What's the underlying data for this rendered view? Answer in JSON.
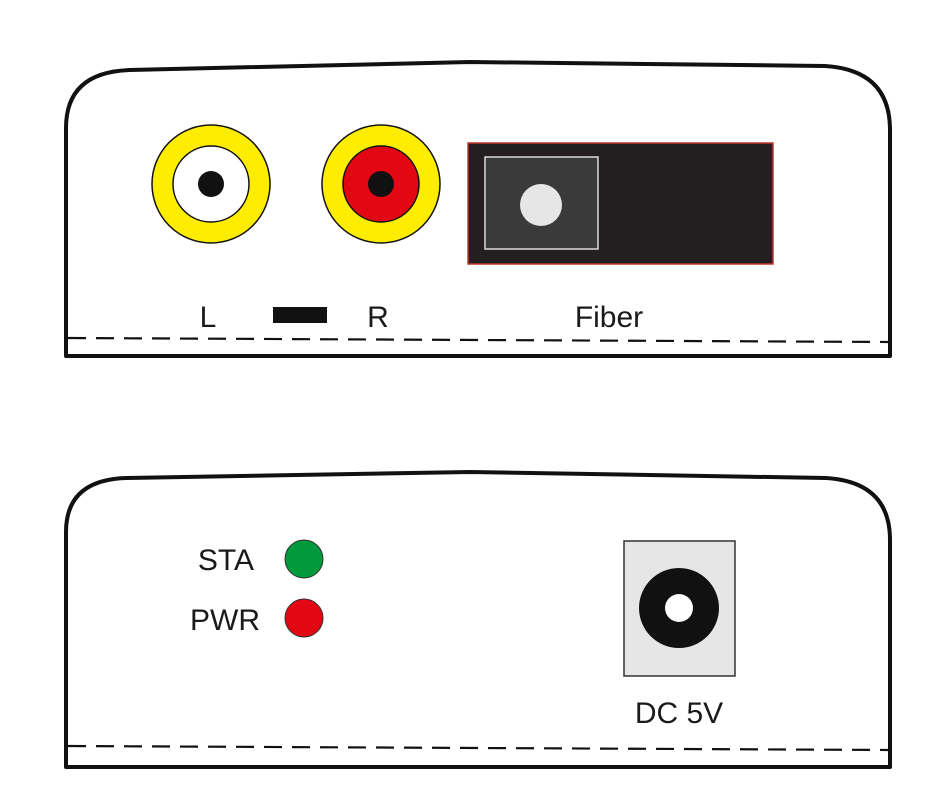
{
  "front_panel": {
    "left_label": "L",
    "right_label": "R",
    "fiber_label": "Fiber",
    "rca_left_color": "#ffffff",
    "rca_right_color": "#e30613",
    "rca_ring_color": "#ffed00"
  },
  "back_panel": {
    "sta_label": "STA",
    "pwr_label": "PWR",
    "sta_led_color": "#009a3d",
    "pwr_led_color": "#e30613",
    "dc_label": "DC 5V"
  }
}
